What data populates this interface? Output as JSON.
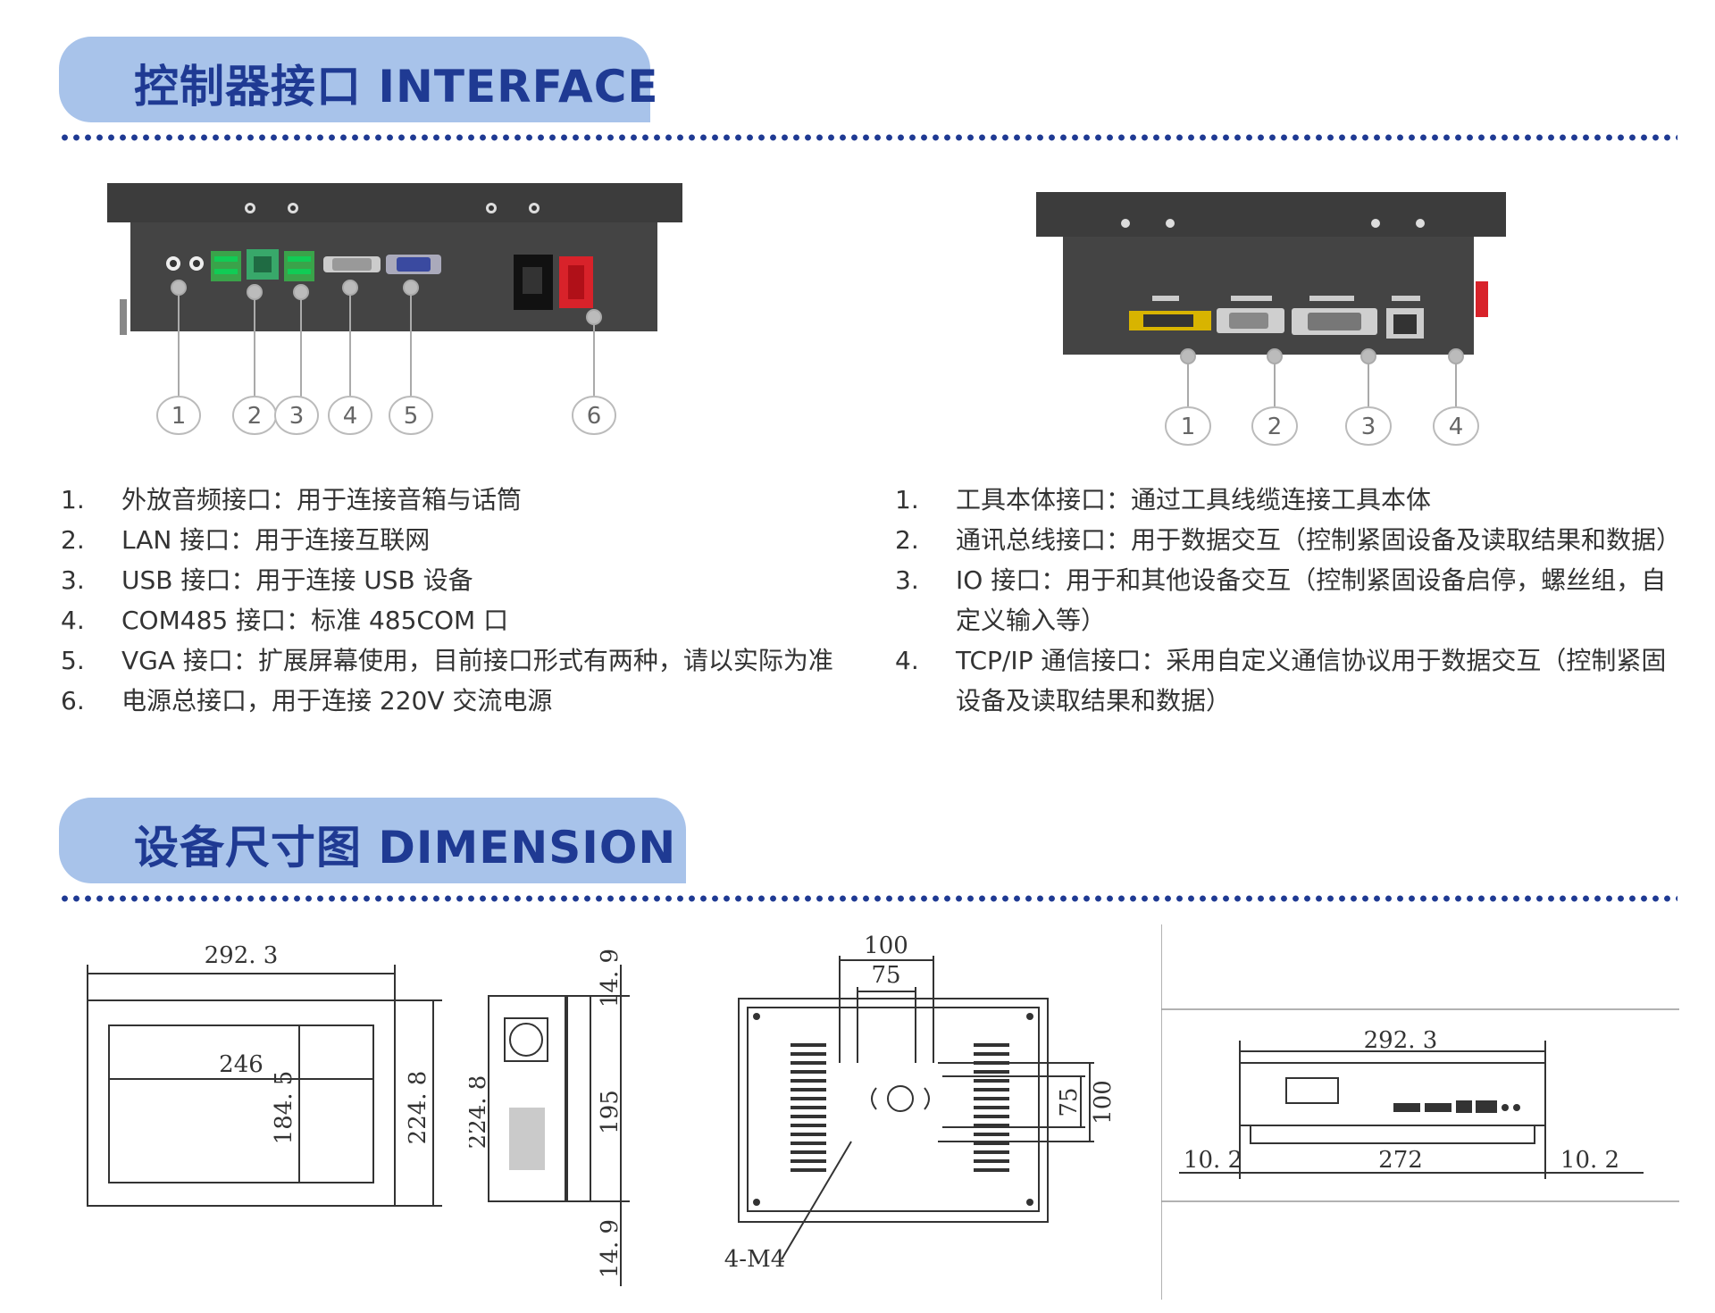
{
  "interface": {
    "title": "控制器接口 INTERFACE",
    "left_callouts": [
      "1",
      "2",
      "3",
      "4",
      "5",
      "6"
    ],
    "right_callouts": [
      "1",
      "2",
      "3",
      "4"
    ],
    "left_list": [
      {
        "num": "1.",
        "text": "外放音频接口：用于连接音箱与话筒"
      },
      {
        "num": "2.",
        "text": "LAN 接口：用于连接互联网"
      },
      {
        "num": "3.",
        "text": "USB 接口：用于连接 USB 设备"
      },
      {
        "num": "4.",
        "text": "COM485 接口：标准 485COM 口"
      },
      {
        "num": "5.",
        "text": "VGA 接口：扩展屏幕使用，目前接口形式有两种，请以实际为准"
      },
      {
        "num": "6.",
        "text": "电源总接口，用于连接 220V 交流电源"
      }
    ],
    "right_list": [
      {
        "num": "1.",
        "text": "工具本体接口：通过工具线缆连接工具本体"
      },
      {
        "num": "2.",
        "text": "通讯总线接口：用于数据交互（控制紧固设备及读取结果和数据）"
      },
      {
        "num": "3.",
        "text": "IO 接口：用于和其他设备交互（控制紧固设备启停，螺丝组，自定义输入等）"
      },
      {
        "num": "4.",
        "text": "TCP/IP 通信接口：采用自定义通信协议用于数据交互（控制紧固设备及读取结果和数据）"
      }
    ]
  },
  "dimension": {
    "title": "设备尺寸图 DIMENSION",
    "front": {
      "width": "292. 3",
      "inner_width": "246",
      "inner_height": "184. 5",
      "height": "224. 8"
    },
    "side": {
      "top": "14. 9",
      "height": "224. 8",
      "mid": "195",
      "bottom": "14. 9"
    },
    "back": {
      "w100": "100",
      "w75": "75",
      "h75": "75",
      "h100": "100",
      "screw": "4-M4"
    },
    "bottom_view": {
      "width": "292. 3",
      "left": "10. 2",
      "mid": "272",
      "right": "10. 2"
    }
  },
  "colors": {
    "tab": "#a8c3ea",
    "title": "#1f3a93",
    "dots": "#1f3a93",
    "device": "#3a3a3a"
  }
}
